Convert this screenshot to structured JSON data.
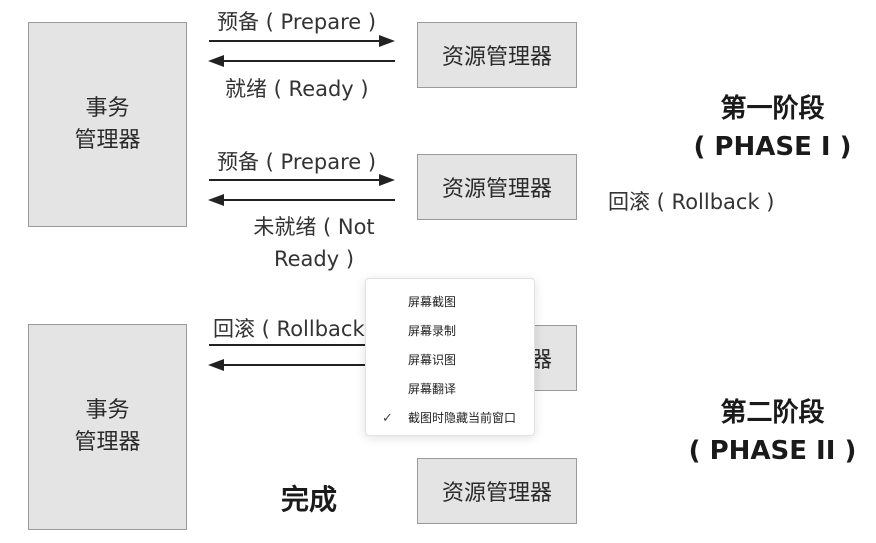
{
  "transaction_manager_label": "事务\n管理器",
  "resource_manager_label": "资源管理器",
  "phase1": {
    "title": "第一阶段",
    "subtitle": "( PHASE I )"
  },
  "phase2": {
    "title": "第二阶段",
    "subtitle": "( PHASE II )"
  },
  "messages": {
    "prepare_1": "预备 ( Prepare )",
    "ready": "就绪 ( Ready )",
    "prepare_2": "预备 ( Prepare )",
    "not_ready": "未就绪 ( Not\nReady )",
    "rollback_side": "回滚 ( Rollback )",
    "rollback_phase2": "回滚 ( Rollback )"
  },
  "done_label": "完成",
  "context_menu": {
    "items": [
      {
        "label": "屏幕截图",
        "checked": false
      },
      {
        "label": "屏幕录制",
        "checked": false
      },
      {
        "label": "屏幕识图",
        "checked": false
      },
      {
        "label": "屏幕翻译",
        "checked": false
      },
      {
        "label": "截图时隐藏当前窗口",
        "checked": true
      }
    ],
    "check_glyph": "✓"
  },
  "colors": {
    "box_fill": "#e4e4e4",
    "box_border": "#9a9a9a",
    "arrow": "#222222"
  }
}
